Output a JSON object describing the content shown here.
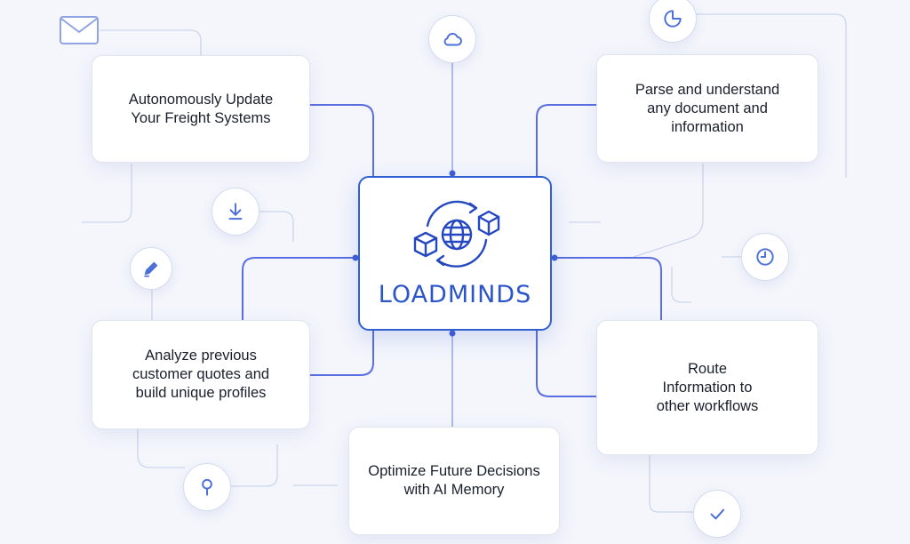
{
  "hub": {
    "title": "LOADMINDS"
  },
  "cards": {
    "top_left": "Autonomously Update\nYour Freight Systems",
    "top_right": "Parse and understand\nany document and\ninformation",
    "mid_left": "Analyze previous\ncustomer quotes and\nbuild unique profiles",
    "mid_right": "Route\nInformation to\nother workflows",
    "bottom_center": "Optimize Future Decisions\nwith AI Memory"
  },
  "icons": [
    "mail-icon",
    "cloud-icon",
    "pie-chart-icon",
    "download-icon",
    "edit-icon",
    "clock-icon",
    "location-pin-icon",
    "checkmark-icon"
  ],
  "colors": {
    "accent": "#2f5fd0",
    "connector": "#5b6ee0",
    "faint_connector": "#c9d3ea",
    "background": "#f4f6fc"
  }
}
